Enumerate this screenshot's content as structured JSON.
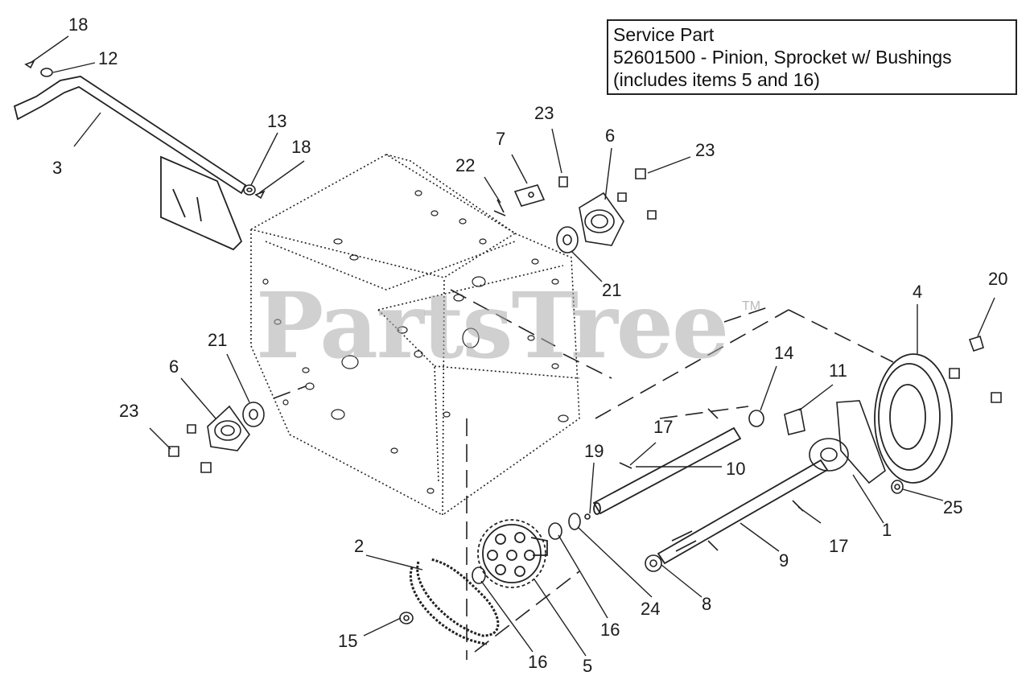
{
  "service_part": {
    "line1": "Service Part",
    "line2": "52601500 - Pinion, Sprocket w/ Bushings",
    "line3": "(includes items 5 and 16)"
  },
  "watermark": {
    "text": "PartsTree",
    "tm": "TM"
  },
  "callouts": [
    {
      "id": "c18a",
      "text": "18"
    },
    {
      "id": "c12",
      "text": "12"
    },
    {
      "id": "c3",
      "text": "3"
    },
    {
      "id": "c13",
      "text": "13"
    },
    {
      "id": "c18b",
      "text": "18"
    },
    {
      "id": "c22",
      "text": "22"
    },
    {
      "id": "c7",
      "text": "7"
    },
    {
      "id": "c23a",
      "text": "23"
    },
    {
      "id": "c6a",
      "text": "6"
    },
    {
      "id": "c23b",
      "text": "23"
    },
    {
      "id": "c21a",
      "text": "21"
    },
    {
      "id": "c4",
      "text": "4"
    },
    {
      "id": "c20",
      "text": "20"
    },
    {
      "id": "c21b",
      "text": "21"
    },
    {
      "id": "c6b",
      "text": "6"
    },
    {
      "id": "c23c",
      "text": "23"
    },
    {
      "id": "c14",
      "text": "14"
    },
    {
      "id": "c11",
      "text": "11"
    },
    {
      "id": "c17a",
      "text": "17"
    },
    {
      "id": "c10",
      "text": "10"
    },
    {
      "id": "c19",
      "text": "19"
    },
    {
      "id": "c25",
      "text": "25"
    },
    {
      "id": "c1",
      "text": "1"
    },
    {
      "id": "c17b",
      "text": "17"
    },
    {
      "id": "c2",
      "text": "2"
    },
    {
      "id": "c9",
      "text": "9"
    },
    {
      "id": "c24",
      "text": "24"
    },
    {
      "id": "c8",
      "text": "8"
    },
    {
      "id": "c15",
      "text": "15"
    },
    {
      "id": "c16a",
      "text": "16"
    },
    {
      "id": "c16b",
      "text": "16"
    },
    {
      "id": "c5",
      "text": "5"
    }
  ]
}
